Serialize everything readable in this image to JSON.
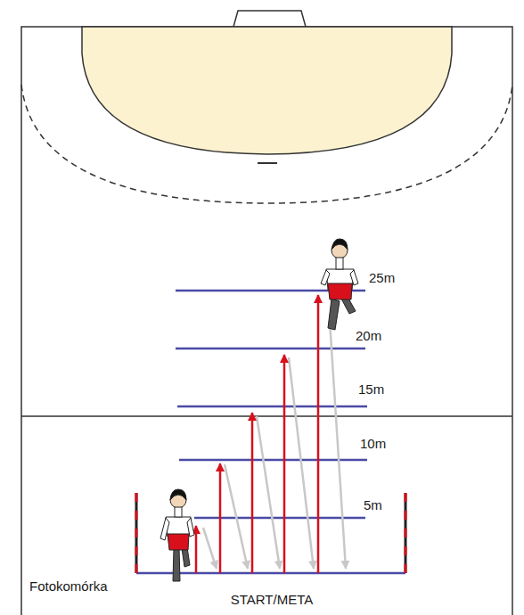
{
  "diagram": {
    "labels": [
      "25m",
      "20m",
      "15m",
      "10m",
      "5m",
      "Fotokomórka",
      "START/META"
    ]
  }
}
